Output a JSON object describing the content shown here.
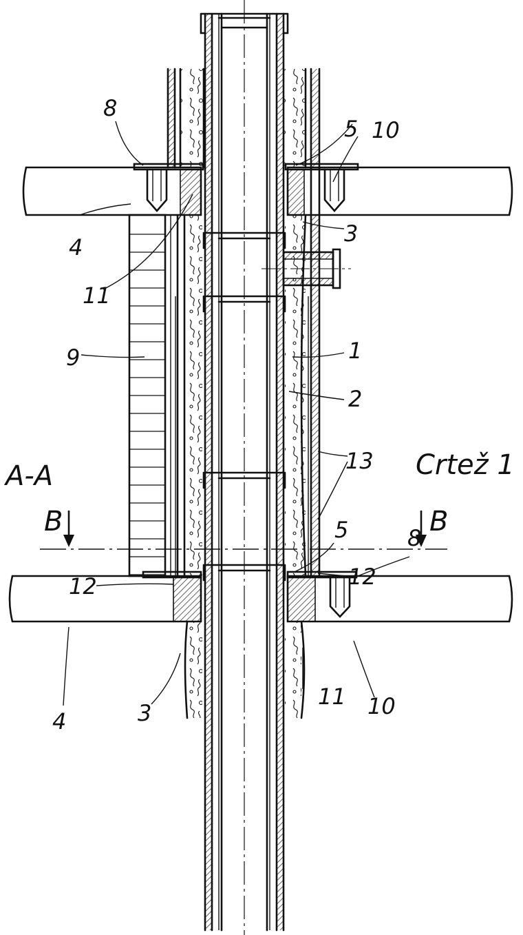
{
  "figure_title": "Crtež 1",
  "section_label": "A-A",
  "section_markers": [
    "B",
    "B"
  ],
  "part_labels": [
    "1",
    "2",
    "3",
    "3",
    "4",
    "4",
    "5",
    "5",
    "8",
    "8",
    "9",
    "10",
    "10",
    "11",
    "11",
    "12",
    "12",
    "13"
  ],
  "colors": {
    "ink": "#111111",
    "paper": "#ffffff"
  }
}
